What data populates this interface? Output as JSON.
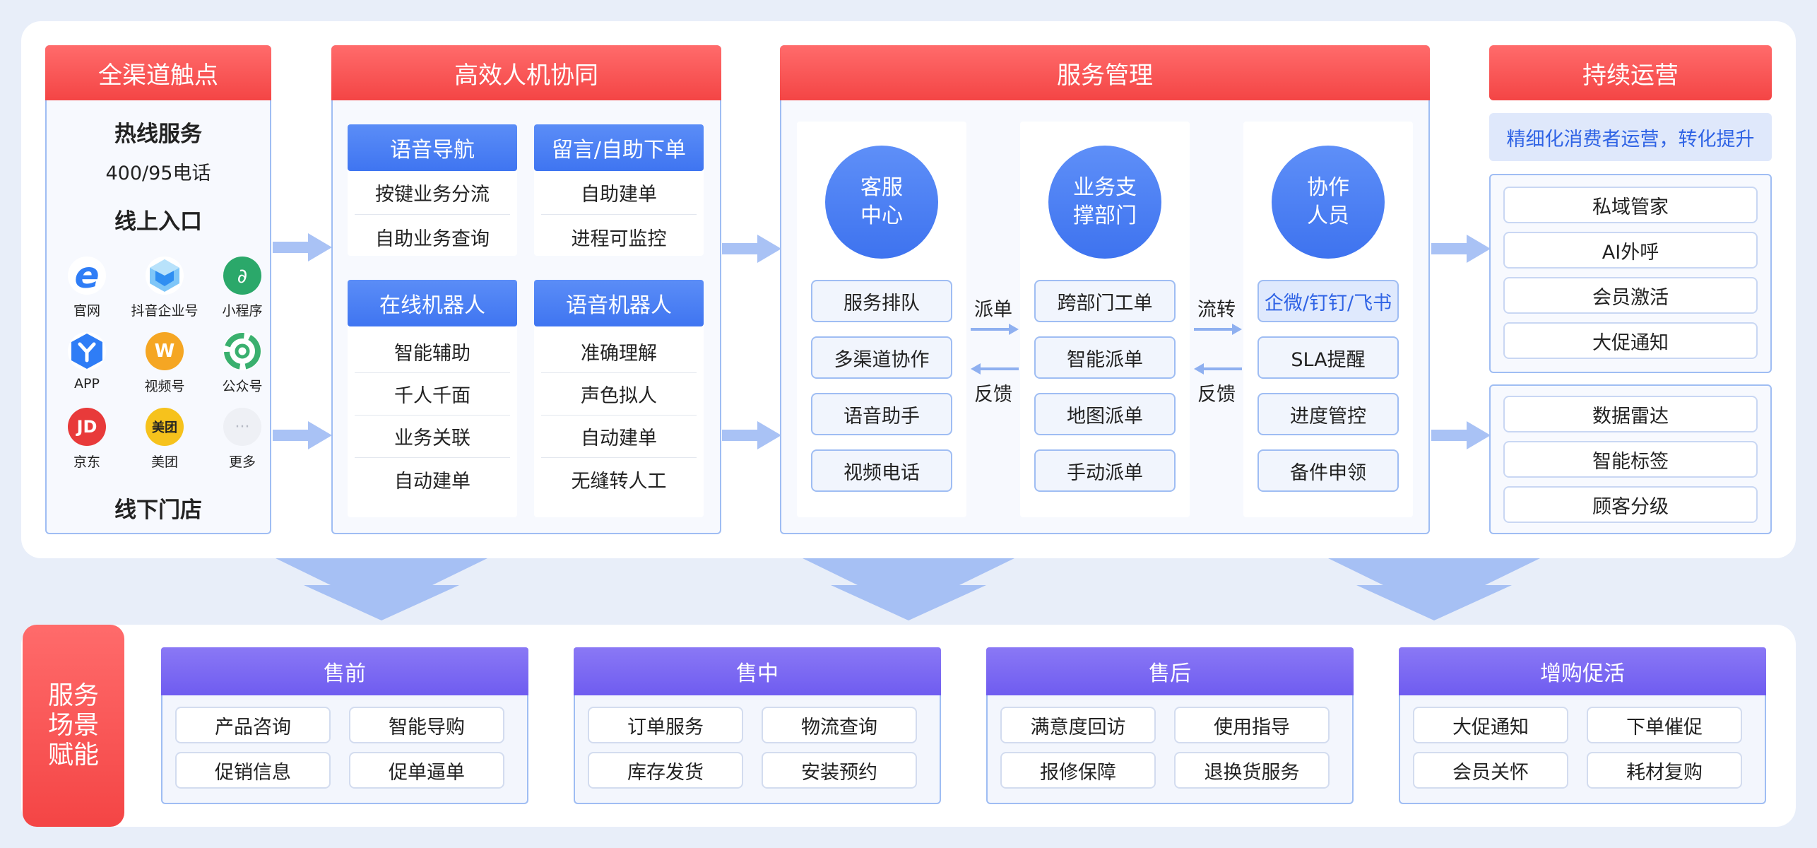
{
  "sections": {
    "touchpoints": {
      "title": "全渠道触点",
      "hotline_title": "热线服务",
      "hotline_number": "400/95电话",
      "online_title": "线上入口",
      "channels": [
        {
          "label": "官网",
          "icon": "ie-browser-icon",
          "color": "#2f7df6",
          "glyph": "e"
        },
        {
          "label": "抖音企业号",
          "icon": "douyin-enterprise-icon",
          "color": "#3da5f5",
          "glyph": "⬡"
        },
        {
          "label": "小程序",
          "icon": "mini-program-icon",
          "color": "#2ba86a",
          "glyph": "∂"
        },
        {
          "label": "APP",
          "icon": "app-icon",
          "color": "#2f7df6",
          "glyph": "Y"
        },
        {
          "label": "视频号",
          "icon": "video-channel-icon",
          "color": "#f5a623",
          "glyph": "W"
        },
        {
          "label": "公众号",
          "icon": "official-account-icon",
          "color": "#3ab06e",
          "glyph": "◎"
        },
        {
          "label": "京东",
          "icon": "jd-icon",
          "color": "#e83a3a",
          "glyph": "JD"
        },
        {
          "label": "美团",
          "icon": "meituan-icon",
          "color": "#f6c21c",
          "glyph": "美团"
        },
        {
          "label": "更多",
          "icon": "more-icon",
          "color": "#eef0f5",
          "glyph": "···"
        }
      ],
      "offline_title": "线下门店"
    },
    "collab": {
      "title": "高效人机协同",
      "blocks": [
        {
          "title": "语音导航",
          "items": [
            "按键业务分流",
            "自助业务查询"
          ]
        },
        {
          "title": "留言/自助下单",
          "items": [
            "自助建单",
            "进程可监控"
          ]
        },
        {
          "title": "在线机器人",
          "items": [
            "智能辅助",
            "千人千面",
            "业务关联",
            "自动建单"
          ]
        },
        {
          "title": "语音机器人",
          "items": [
            "准确理解",
            "声色拟人",
            "自动建单",
            "无缝转人工"
          ]
        }
      ]
    },
    "service": {
      "title": "服务管理",
      "columns": [
        {
          "circle_line1": "客服",
          "circle_line2": "中心",
          "items": [
            "服务排队",
            "多渠道协作",
            "语音助手",
            "视频电话"
          ]
        },
        {
          "circle_line1": "业务支",
          "circle_line2": "撑部门",
          "items": [
            "跨部门工单",
            "智能派单",
            "地图派单",
            "手动派单"
          ]
        },
        {
          "circle_line1": "协作",
          "circle_line2": "人员",
          "items": [
            "企微/钉钉/飞书",
            "SLA提醒",
            "进度管控",
            "备件申领"
          ]
        }
      ],
      "arrow1_top": "派单",
      "arrow1_bottom": "反馈",
      "arrow2_top": "流转",
      "arrow2_bottom": "反馈"
    },
    "ops": {
      "title": "持续运营",
      "subtitle": "精细化消费者运营，转化提升",
      "group1": [
        "私域管家",
        "AI外呼",
        "会员激活",
        "大促通知"
      ],
      "group2": [
        "数据雷达",
        "智能标签",
        "顾客分级"
      ]
    }
  },
  "scenes": {
    "label_line1": "服务",
    "label_line2": "场景",
    "label_line3": "赋能",
    "cards": [
      {
        "title": "售前",
        "items": [
          "产品咨询",
          "智能导购",
          "促销信息",
          "促单逼单"
        ]
      },
      {
        "title": "售中",
        "items": [
          "订单服务",
          "物流查询",
          "库存发货",
          "安装预约"
        ]
      },
      {
        "title": "售后",
        "items": [
          "满意度回访",
          "使用指导",
          "报修保障",
          "退换货服务"
        ]
      },
      {
        "title": "增购促活",
        "items": [
          "大促通知",
          "下单催促",
          "会员关怀",
          "耗材复购"
        ]
      }
    ]
  },
  "colors": {
    "red": "#f44545",
    "blue": "#3f75f1",
    "purple": "#6f5cf0",
    "accent_text": "#2f63e5"
  }
}
